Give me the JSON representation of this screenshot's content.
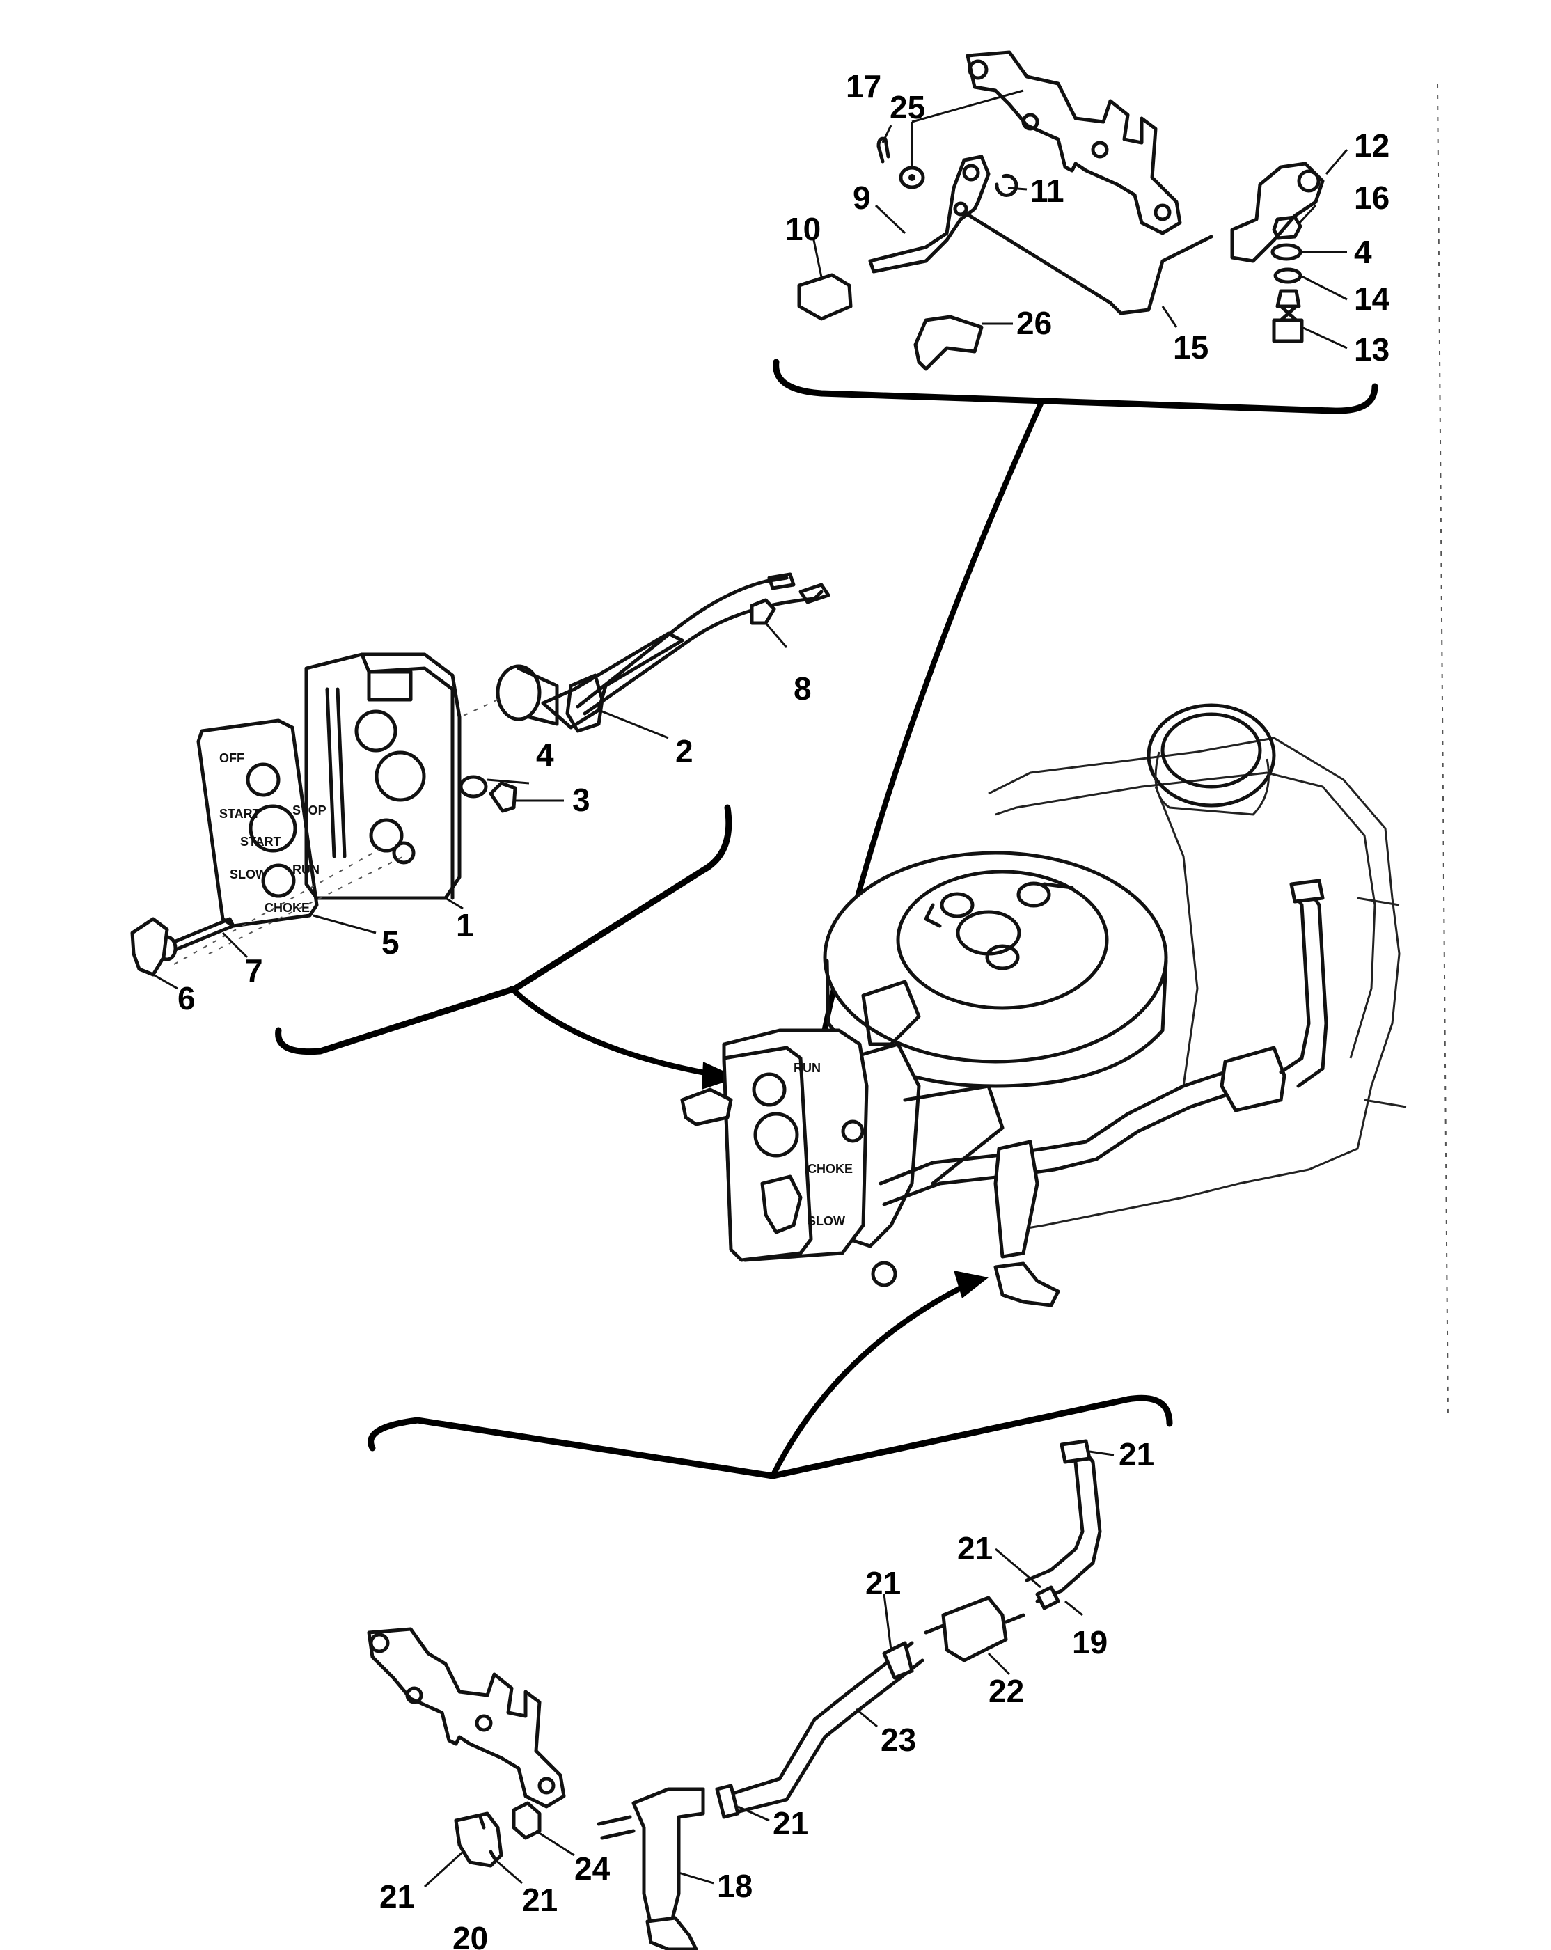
{
  "callouts": {
    "top": {
      "c17": "17",
      "c25": "25",
      "c9": "9",
      "c11": "11",
      "c10": "10",
      "c12": "12",
      "c16": "16",
      "c4": "4",
      "c14": "14",
      "c13": "13",
      "c15": "15",
      "c26": "26"
    },
    "middle": {
      "c8": "8",
      "c2": "2",
      "c4": "4",
      "c3": "3",
      "c1": "1",
      "c5": "5",
      "c7": "7",
      "c6": "6"
    },
    "bottom": {
      "c21a": "21",
      "c21b": "21",
      "c19": "19",
      "c21c": "21",
      "c22": "22",
      "c23": "23",
      "c21d": "21",
      "c18": "18",
      "c24": "24",
      "c21e": "21",
      "c20": "20",
      "c21f": "21"
    }
  },
  "control_plate": {
    "labels": [
      "OFF",
      "START",
      "STOP",
      "START",
      "RUN",
      "SLOW",
      "CHOKE"
    ]
  },
  "engine_plate": {
    "labels": [
      "RUN",
      "CHOKE",
      "SLOW"
    ]
  }
}
